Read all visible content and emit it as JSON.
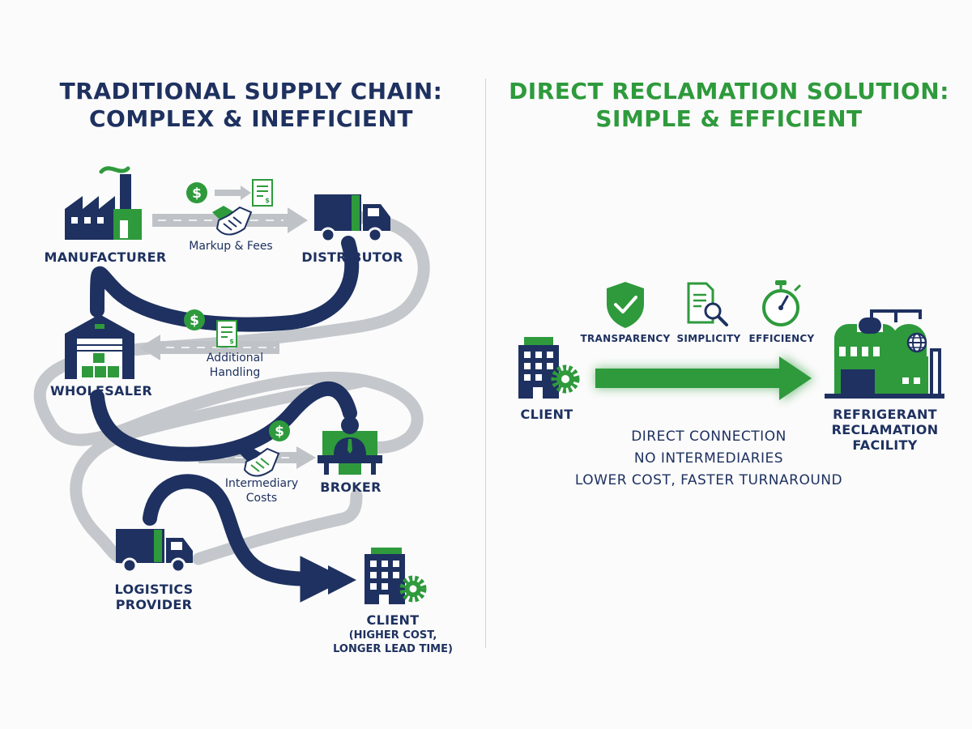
{
  "left_panel": {
    "title_line1": "TRADITIONAL SUPPLY CHAIN:",
    "title_line2": "COMPLEX & INEFFICIENT",
    "nodes": {
      "manufacturer": "MANUFACTURER",
      "distributor": "DISTRIBUTOR",
      "wholesaler": "WHOLESALER",
      "broker": "BROKER",
      "logistics_line1": "LOGISTICS",
      "logistics_line2": "PROVIDER",
      "client": "CLIENT",
      "client_note_line1": "(HIGHER COST,",
      "client_note_line2": "LONGER LEAD TIME)"
    },
    "costs": {
      "markup": "Markup & Fees",
      "handling_line1": "Additional",
      "handling_line2": "Handling",
      "intermediary_line1": "Intermediary",
      "intermediary_line2": "Costs"
    }
  },
  "right_panel": {
    "title_line1": "DIRECT RECLAMATION SOLUTION:",
    "title_line2": "SIMPLE & EFFICIENT",
    "benefits": [
      "TRANSPARENCY",
      "SIMPLICITY",
      "EFFICIENCY"
    ],
    "client": "CLIENT",
    "facility_line1": "REFRIGERANT",
    "facility_line2": "RECLAMATION",
    "facility_line3": "FACILITY",
    "bullets": [
      "DIRECT CONNECTION",
      "NO INTERMEDIARIES",
      "LOWER COST, FASTER TURNAROUND"
    ]
  },
  "colors": {
    "navy": "#1e3160",
    "green": "#2e9a3c",
    "gray_path": "#c4c7cb"
  },
  "icons": [
    "factory-icon",
    "truck-icon",
    "warehouse-icon",
    "broker-icon",
    "building-gear-icon",
    "dollar-icon",
    "invoice-icon",
    "handshake-icon",
    "shield-check-icon",
    "document-search-icon",
    "stopwatch-icon",
    "facility-icon",
    "globe-icon"
  ]
}
